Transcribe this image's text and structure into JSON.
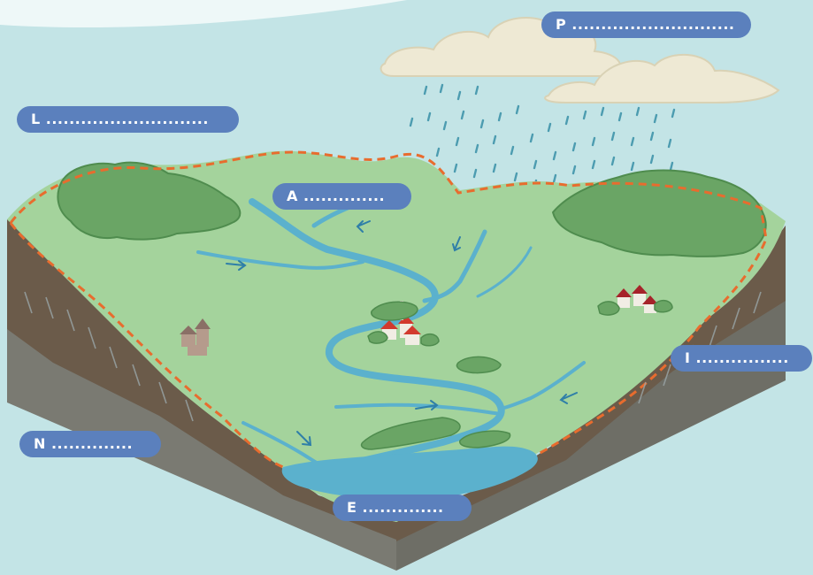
{
  "labels": {
    "p": "P ............................",
    "l": "L ............................",
    "a": "A ..............",
    "i": "I ................",
    "n": "N ..............",
    "e": "E .............."
  },
  "colors": {
    "sky": "#c3e4e6",
    "land": "#a4d39c",
    "forest": "#6aa565",
    "river": "#5bb1cd",
    "watershed_boundary": "#e86c2e",
    "rock": "#7a7a72",
    "soil": "#6b5b4a",
    "label_pill": "#5b80bd"
  }
}
